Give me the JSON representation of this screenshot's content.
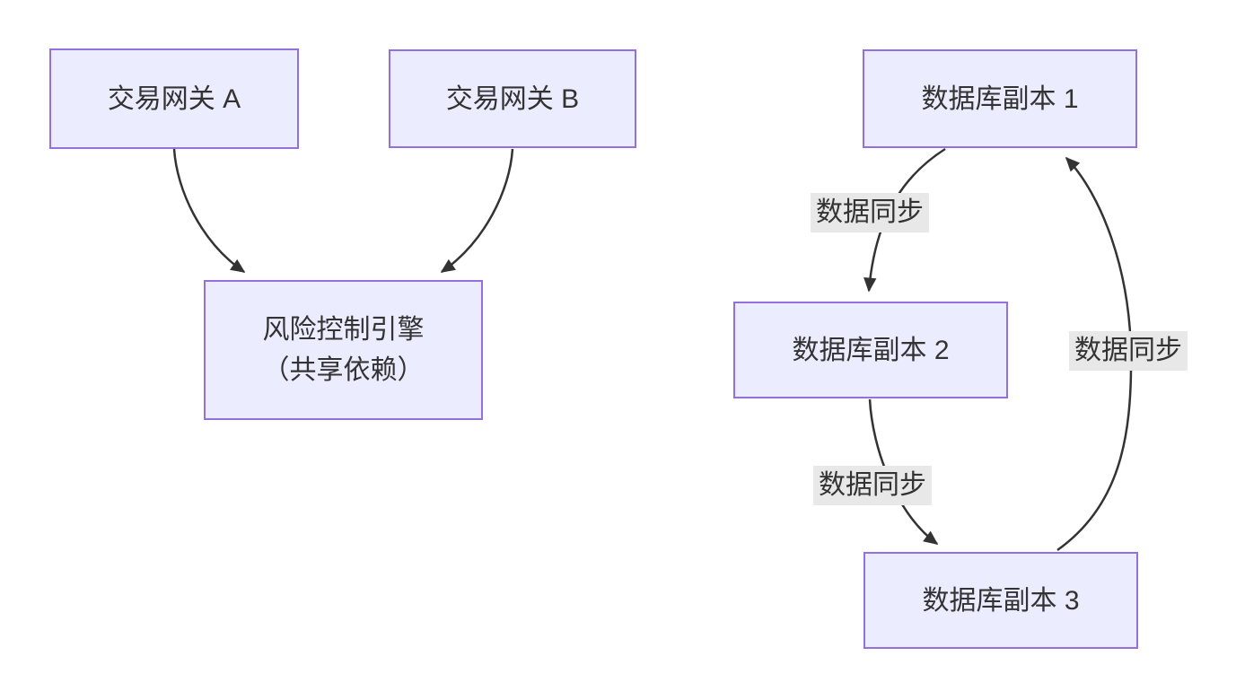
{
  "colors": {
    "background": "#ffffff",
    "node_fill": "#ECECFF",
    "node_border": "#9370DB",
    "edge": "#333333",
    "text": "#333333",
    "edge_label_bg": "#e8e8e8"
  },
  "nodes": {
    "gateway_a": {
      "label": "交易网关 A"
    },
    "gateway_b": {
      "label": "交易网关 B"
    },
    "risk_engine": {
      "line1": "风险控制引擎",
      "line2": "（共享依赖）"
    },
    "db1": {
      "label": "数据库副本 1"
    },
    "db2": {
      "label": "数据库副本 2"
    },
    "db3": {
      "label": "数据库副本 3"
    }
  },
  "edges": {
    "gateway_a_to_risk_engine": {
      "label": ""
    },
    "gateway_b_to_risk_engine": {
      "label": ""
    },
    "db1_to_db2": {
      "label": "数据同步"
    },
    "db2_to_db3": {
      "label": "数据同步"
    },
    "db3_to_db1": {
      "label": "数据同步"
    }
  }
}
